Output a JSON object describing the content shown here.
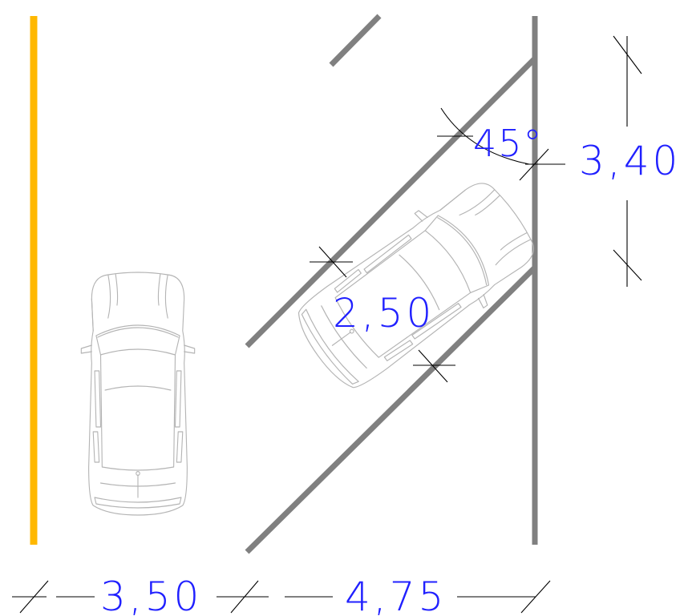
{
  "dimensions": {
    "street_width": "3,50",
    "stall_depth": "4,75",
    "stall_width": "2,50",
    "stall_frontage": "3,40",
    "angle": "45°"
  },
  "colors": {
    "curb_line": "#FFB800",
    "stripe": "#808080",
    "dimension_text": "#2020ff",
    "dimension_line": "#000000",
    "car_outline": "#b4b4b4",
    "background": "#ffffff"
  },
  "icons": {
    "car_straight": "car-top-view-icon",
    "car_angled": "car-top-view-icon"
  }
}
